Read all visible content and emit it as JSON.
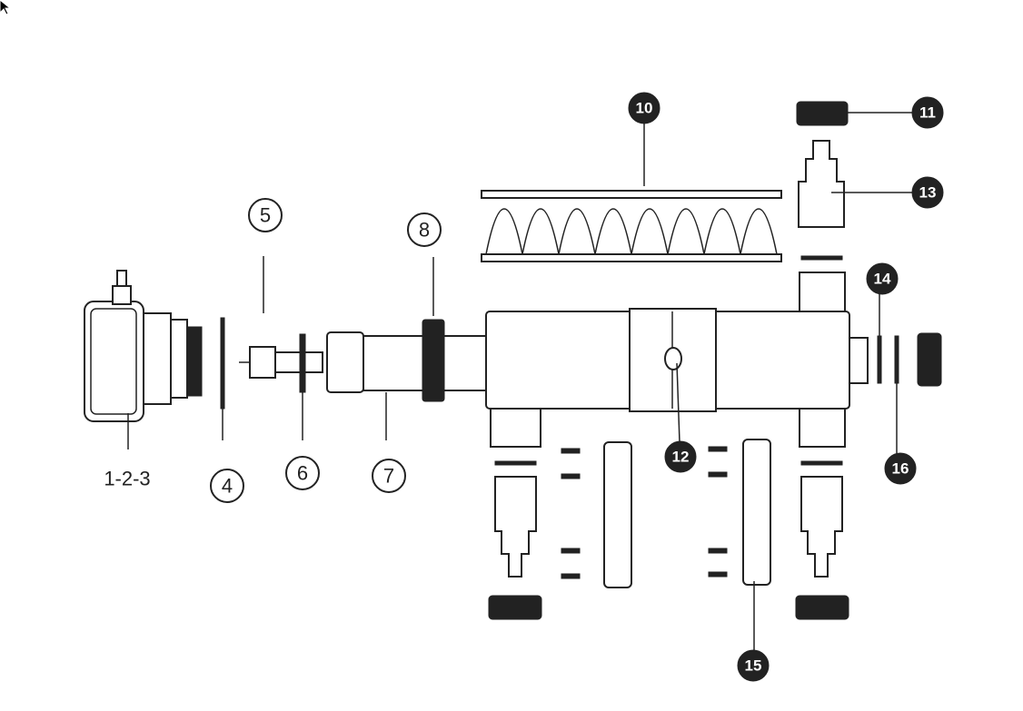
{
  "diagram": {
    "labels": {
      "p123": "1-2-3",
      "p4": "4",
      "p5": "5",
      "p6": "6",
      "p7": "7",
      "p8": "8",
      "p10": "10",
      "p11": "11",
      "p12": "12",
      "p13": "13",
      "p14": "14",
      "p15": "15",
      "p16": "16"
    }
  }
}
